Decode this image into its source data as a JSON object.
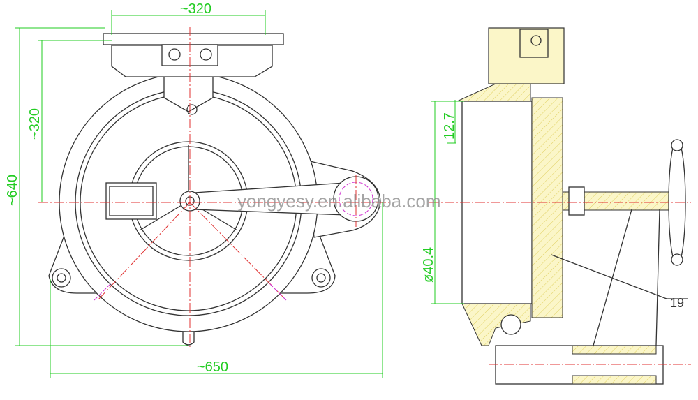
{
  "drawing": {
    "dimensions": {
      "top_width": "~320",
      "left_height_inner": "~320",
      "left_height_outer": "~640",
      "bottom_width": "~650",
      "side_offset": "12.7",
      "side_diameter": "ø40.4"
    },
    "part_label": "19",
    "watermark": "yongyesy.en.alibaba.com",
    "colors": {
      "outline": "#333333",
      "centerline": "#e03030",
      "dimension": "#22cc22",
      "hidden": "#d030d0",
      "section_fill": "#fbf6c8"
    }
  }
}
